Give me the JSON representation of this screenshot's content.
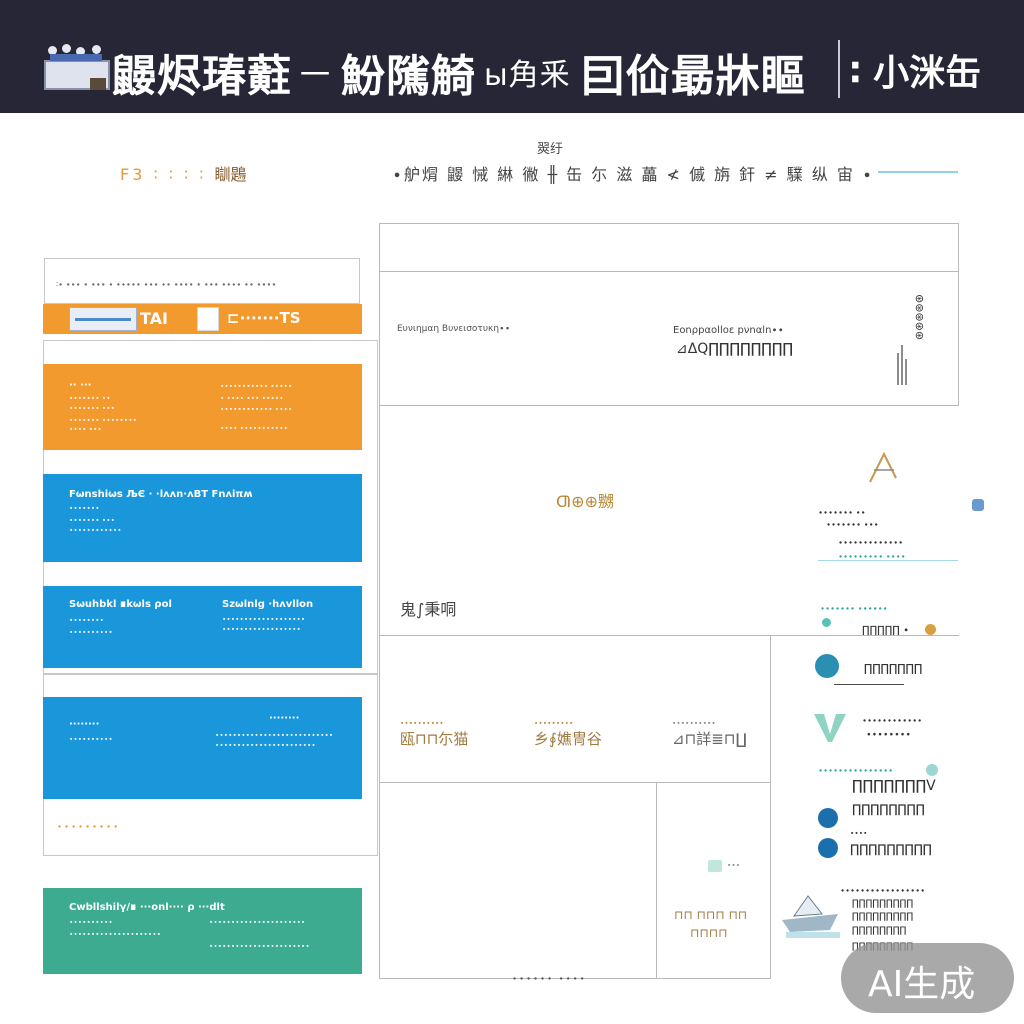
{
  "header": {
    "title_main": "鼹烬瑃蘣",
    "title_sub": "一",
    "title_part2": "魵隲觭",
    "title_small": "ы⾓⾤",
    "title_part3": "囙佡朂牀瞘",
    "right_label": "∶ 小洣缶"
  },
  "top_caption": "翜纡",
  "subheader": {
    "left_label": "F3 ∶ ∶ ∶ ∶",
    "left_tag": "瞓鶗",
    "center_label": "∙舮焨 鼹 悈 綝 徶 ╫ 缶 尓 滋 藟 ≮ 傶 旃 釬 ≠ 驜 纵 宙 ∙"
  },
  "left": {
    "meta_top": "∶∙ ∙∙∙ ∙ ∙∙∙ ∙ ∙∙∙∙∙ ∙∙∙ ∙∙ ∙∙∙∙ ∙ ∙∙∙ ∙∙∙∙ ∙∙ ∙∙∙∙",
    "strip_label_1": "TAI",
    "strip_label_2": "⊏∙∙∙∙∙∙∙TS",
    "cards": [
      {
        "title": "∙∙ ∙∙∙",
        "sub1": "∙∙∙∙∙∙∙ ∙∙",
        "sub2": "∙∙∙∙∙∙∙ ∙∙∙",
        "sub3": "∙∙∙∙∙∙∙ ∙∙∙∙∙∙∙∙",
        "sub4": "∙∙∙∙ ∙∙∙",
        "right1": "∙∙∙∙∙∙∙∙∙∙∙ ∙∙∙∙∙",
        "right2": "∙ ∙∙∙∙ ∙∙∙ ∙∙∙∙∙",
        "right3": "∙∙∙∙∙∙∙∙∙∙∙∙ ∙∙∙∙",
        "right4": "∙∙∙∙ ∙∙∙∙∙∙∙∙∙∙∙"
      },
      {
        "title": "Fωnshiωs ЉЄ ∙ ∙lʌʌn∙ʌBT Fnʌiπʍ",
        "sub1": "∙∙∙∙∙∙∙",
        "sub2": "∙∙∙∙∙∙∙ ∙∙∙",
        "sub3": "∙∙∙∙∙∙∙∙∙∙∙∙"
      },
      {
        "title": "Sωuhbkl ∎kωls ρol",
        "title_r": "Szωlnlg ∙hʌvllon",
        "sub1": "∙∙∙∙∙∙∙∙",
        "sub2": "∙∙∙∙∙∙∙∙∙∙",
        "sub3": "∙∙∙∙∙∙∙∙∙∙∙∙∙∙∙∙∙∙∙",
        "sub4": "∙∙∙∙∙∙∙∙∙∙∙∙∙∙∙∙∙∙"
      },
      {
        "title": "∙∙∙∙∙∙∙∙",
        "title_r": "∙∙∙∙∙∙∙∙",
        "sub1": "∙∙∙∙∙∙∙∙∙∙",
        "sub2": "∙∙∙∙∙∙∙∙∙∙∙∙∙∙∙∙∙∙∙∙∙∙∙∙∙∙∙",
        "sub3": "∙∙∙∙∙∙∙∙∙∙∙∙∙∙∙∙∙∙∙∙∙∙∙"
      },
      {
        "title": "Cwbllshilγ∕∎ ∙∙∙onl∙∙∙∙ ρ ∙∙∙dlt",
        "sub1": "∙∙∙∙∙∙∙∙∙∙",
        "sub2": "∙∙∙∙∙∙∙∙∙∙∙∙∙∙∙∙∙∙∙∙∙",
        "sub3": "∙∙∙∙∙∙∙∙∙∙∙∙∙∙∙∙∙∙∙∙∙∙",
        "sub4": "∙∙∙∙∙∙∙∙∙∙∙∙∙∙∙∙∙∙∙∙∙∙∙"
      }
    ],
    "foot": "∙∙∙∙∙∙∙∙∙"
  },
  "middle": {
    "row2_left": "Ευνιημαη Βυνεισοτυκη∙∙",
    "row2_center_top": "Εοnρpαοlloε pνnαln∙∙",
    "row2_center_main": "⊿ΔQ∏∏∏∏∏∏∏∏",
    "row2_right_vertical": "⊛⊛⊛⊛⊛",
    "row3_center": "Ƣ⊕⊕嬲",
    "row3_left": "鬼∫秉哃",
    "row4_a_top": "∙∙∙∙∙∙∙∙∙∙",
    "row4_a": "瓯⊓⊓尓猫",
    "row4_b_top": "∙∙∙∙∙∙∙∙∙",
    "row4_b": "乡∮嫶冑⾕",
    "row4_c_top": "∙∙∙∙∙∙∙∙∙∙",
    "row4_c": "⊿⊓詳≣⊓∐",
    "row5_small": "∙∙∙",
    "row5_text1": "⊓⊓ ⊓⊓⊓ ⊓⊓",
    "row5_text2": "⊓⊓⊓⊓"
  },
  "right": {
    "icon_caption_1": "∙∙∙∙∙∙∙ ∙∙",
    "icon_caption_2": "∙∙∙∙∙∙∙ ∙∙∙",
    "icon_caption_3": "∙∙∙∙∙∙∙∙∙∙∙∙∙",
    "icon_caption_4": "∙∙∙∙∙∙∙∙∙ ∙∙∙∙",
    "sec1_title": "∙∙∙∙∙∙∙ ∙∙∙∙∙∙",
    "sec1_line1": "∏∏∏∏∏ ∙",
    "sec1_line2": "∏∏∏∏∏∏∏",
    "sec2_line1": "∙∙∙∙∙∙∙∙∙∙∙∙",
    "sec2_line2": "∙∙∙∙∙∙∙∙",
    "sec3_title": "∙∙∙∙∙∙∙∙∙∙∙∙∙∙∙",
    "sec3_main": "∏∏∏∏∏∏∏V",
    "sec3_sub": "∏∏∏∏∏∏∏∏",
    "sec3_label": "∙∙∙∙",
    "sec3_line": "∏∏∏∏∏∏∏∏∏",
    "sec4_title": "∙∙∙∙∙∙∙∙∙∙∙∙∙∙∙∙∙",
    "sec4_line1": "∏∏∏∏∏∏∏∏∏",
    "sec4_line2": "∏∏∏∏∏∏∏∏∏",
    "sec4_line3": "∏∏∏∏∏∏∏∏",
    "sec4_line4": "∏∏∏∏∏∏∏∏∏"
  },
  "bottom_caption": "∙∙∙∙∙∙ ∙∙∙∙",
  "badge": "AI生成",
  "colors": {
    "header_bg": "#262637",
    "orange": "#f39a2f",
    "blue": "#1a97da",
    "teal": "#3cab8f",
    "circle_blue": "#1c6fad",
    "circle_teal": "#2a8fb0"
  }
}
